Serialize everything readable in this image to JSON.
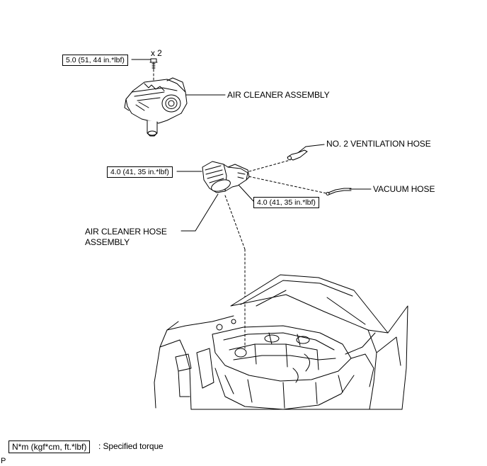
{
  "labels": {
    "air_cleaner_assembly": "AIR CLEANER ASSEMBLY",
    "no2_ventilation_hose": "NO. 2 VENTILATION HOSE",
    "vacuum_hose": "VACUUM HOSE",
    "air_cleaner_hose_line1": "AIR CLEANER HOSE",
    "air_cleaner_hose_line2": "ASSEMBLY",
    "bolt_count": "x 2",
    "corner_mark": "P"
  },
  "torques": {
    "bolt": "5.0 (51, 44 in.*lbf)",
    "hose_clamp_left": "4.0 (41, 35 in.*lbf)",
    "hose_clamp_right": "4.0 (41, 35 in.*lbf)"
  },
  "legend": {
    "unit": "N*m (kgf*cm, ft.*lbf)",
    "description": ": Specified torque"
  }
}
